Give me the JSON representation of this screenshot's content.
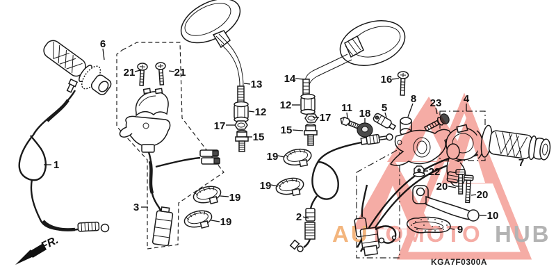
{
  "diagram": {
    "code": "KGA7F0300A",
    "fr_label": "FR.",
    "callouts": [
      "6",
      "21",
      "21",
      "13",
      "12",
      "17",
      "15",
      "1",
      "3",
      "19",
      "19",
      "14",
      "12",
      "17",
      "15",
      "16",
      "11",
      "18",
      "5",
      "8",
      "23",
      "4",
      "19",
      "19",
      "2",
      "22",
      "20",
      "20",
      "10",
      "9",
      "7"
    ]
  },
  "watermark": {
    "seg1": "AU",
    "seg2": "TOMOTO",
    "seg3": "HUB",
    "color_orange": "#f0a058",
    "color_salmon": "#f2958c",
    "color_gray": "#9d9d9d",
    "triangle_color": "#f2948b"
  }
}
